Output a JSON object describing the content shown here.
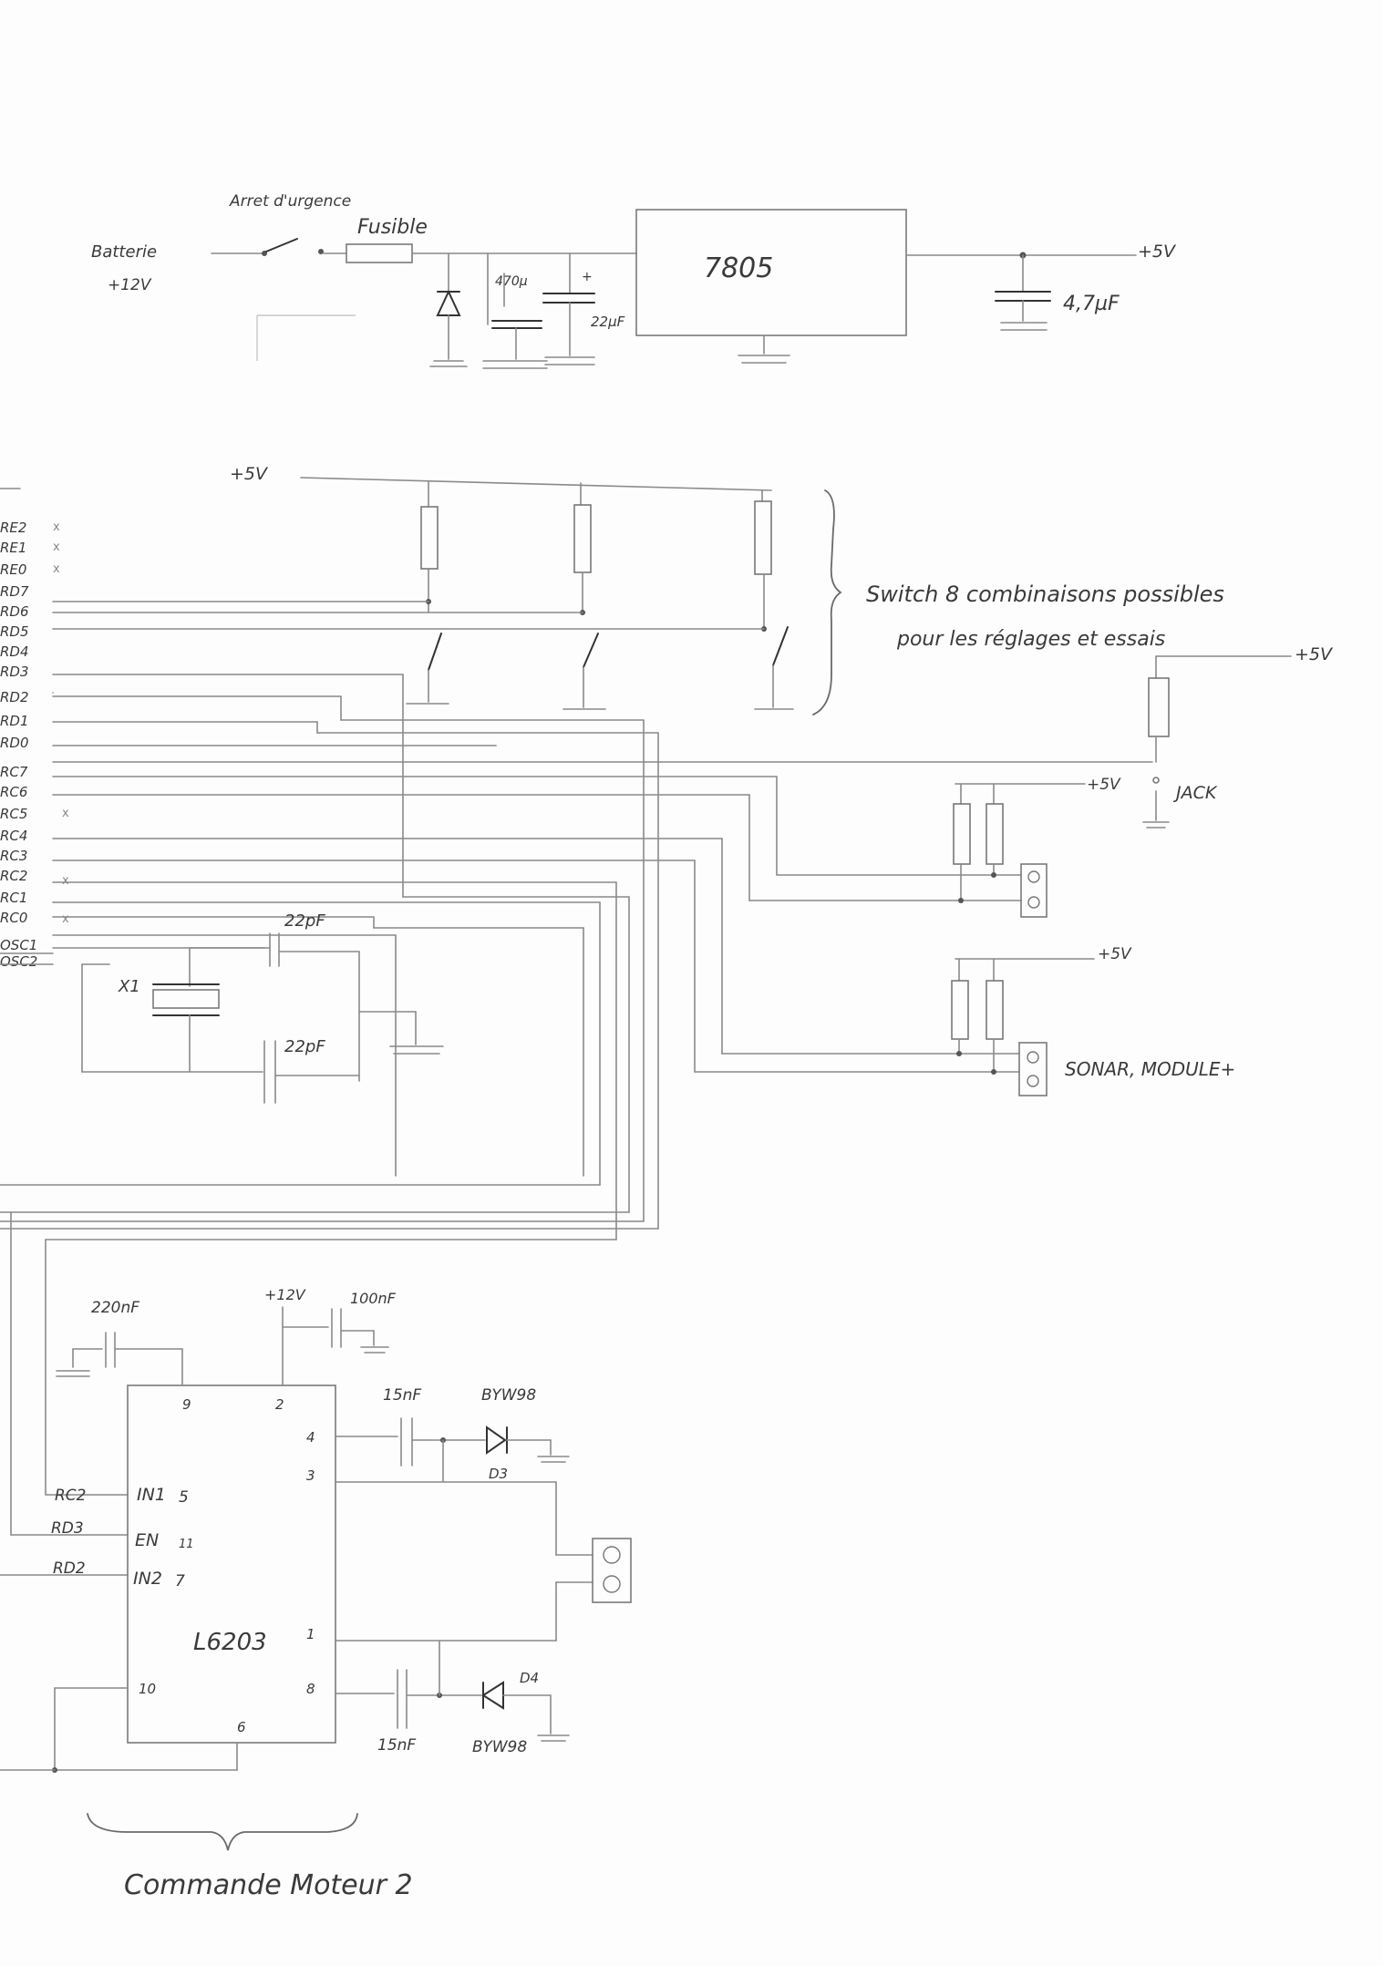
{
  "power": {
    "battery": "Batterie",
    "battery_voltage": "+12V",
    "emergency_stop": "Arret d'urgence",
    "fuse": "Fusible",
    "cap_470": "470µ",
    "cap_22": "22µF",
    "cap_plus": "+",
    "regulator": "7805",
    "out_cap": "4,7µF",
    "out_voltage": "+5V"
  },
  "switch_block": {
    "supply": "+5V",
    "note_line1": "Switch 8 combinaisons possibles",
    "note_line2": "pour les réglages et essais"
  },
  "mcu_pins": [
    "RE2",
    "RE1",
    "RE0",
    "RD7",
    "RD6",
    "RD5",
    "RD4",
    "RD3",
    "RD2",
    "RD1",
    "RD0",
    "RC7",
    "RC6",
    "RC5",
    "RC4",
    "RC3",
    "RC2",
    "RC1",
    "RC0",
    "OSC1",
    "OSC2"
  ],
  "nc_marks": [
    "x",
    "x",
    "x",
    "x",
    "x",
    "x"
  ],
  "oscillator": {
    "crystal": "X1",
    "cap_top": "22pF",
    "cap_bottom": "22pF"
  },
  "jack": {
    "supply": "+5V",
    "label": "JACK"
  },
  "connector_1": {
    "supply": "+5V"
  },
  "connector_2": {
    "supply": "+5V",
    "label": "SONAR, MODULE+"
  },
  "driver": {
    "chip": "L6203",
    "cap_9": "220nF",
    "supply": "+12V",
    "cap_2": "100nF",
    "pin9": "9",
    "pin2": "2",
    "pin4": "4",
    "pin3": "3",
    "pin1": "1",
    "pin8": "8",
    "pin10": "10",
    "pin6": "6",
    "in1": "IN1",
    "in1_num": "5",
    "en": "EN",
    "en_num": "11",
    "in2": "IN2",
    "in2_num": "7",
    "sig_in1": "RC2",
    "sig_en": "RD3",
    "sig_in2": "RD2",
    "boot_cap_top": "15nF",
    "boot_cap_bottom": "15nF",
    "diode_top_type": "BYW98",
    "diode_top_ref": "D3",
    "diode_bottom_type": "BYW98",
    "diode_bottom_ref": "D4",
    "caption": "Commande Moteur 2"
  }
}
